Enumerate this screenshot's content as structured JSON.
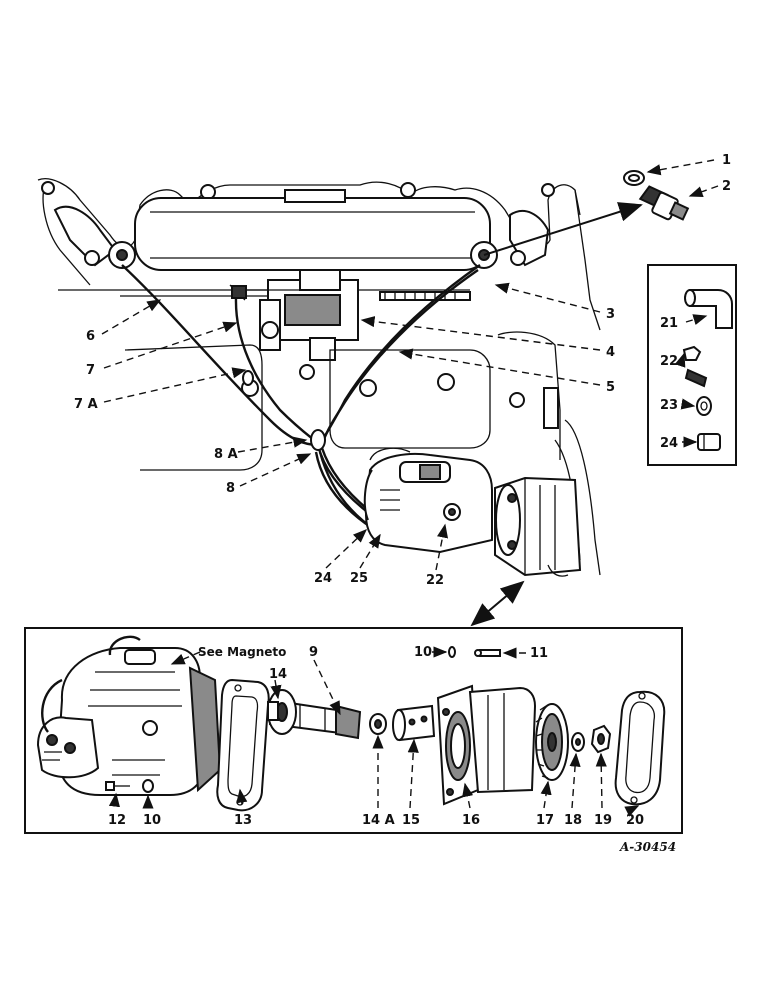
{
  "callouts": {
    "c1": "1",
    "c2": "2",
    "c3": "3",
    "c4": "4",
    "c5": "5",
    "c6": "6",
    "c7": "7",
    "c7a": "7 A",
    "c8a": "8 A",
    "c8": "8",
    "c24": "24",
    "c25": "25",
    "c22": "22",
    "inset21": "21",
    "inset22": "22",
    "inset23": "23",
    "inset24": "24"
  },
  "detail": {
    "see_magneto": "See Magneto",
    "c9": "9",
    "c14": "14",
    "c10a": "10",
    "c11": "11",
    "c12": "12",
    "c10b": "10",
    "c13": "13",
    "c14a": "14 A",
    "c15": "15",
    "c16": "16",
    "c17": "17",
    "c18": "18",
    "c19": "19",
    "c20": "20"
  },
  "figure_ref": "A-30454"
}
